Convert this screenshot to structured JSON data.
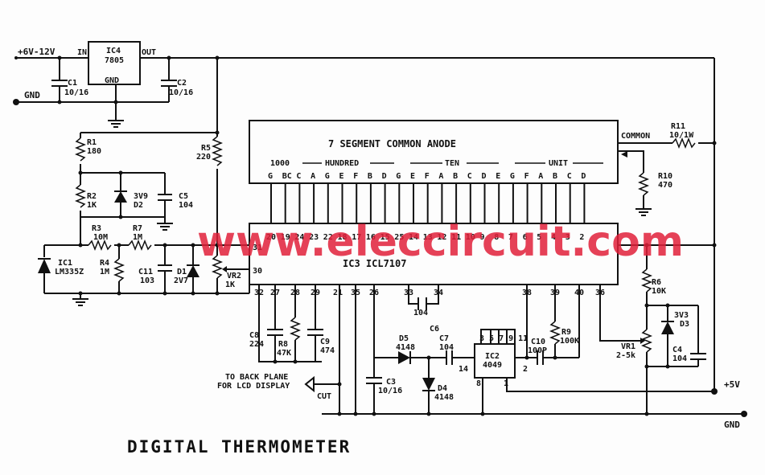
{
  "title": "DIGITAL THERMOMETER",
  "watermark": "www.eleccircuit.com",
  "supply": {
    "input": "+6V-12V",
    "gnd_left": "GND",
    "plus5": "+5V",
    "gnd_right": "GND"
  },
  "regulator": {
    "name": "IC4",
    "part": "7805",
    "in": "IN",
    "out": "OUT",
    "gnd": "GND"
  },
  "display": {
    "title": "7 SEGMENT   COMMON ANODE",
    "groups": [
      "1000",
      "HUNDRED",
      "TEN",
      "UNIT"
    ],
    "common": "COMMON",
    "segments": [
      "G",
      "BC",
      "C",
      "A",
      "G",
      "E",
      "F",
      "B",
      "D",
      "G",
      "E",
      "F",
      "A",
      "B",
      "C",
      "D",
      "E",
      "G",
      "F",
      "A",
      "B",
      "C",
      "D"
    ],
    "pins": [
      "20",
      "19",
      "24",
      "23",
      "22",
      "18",
      "17",
      "16",
      "15",
      "25",
      "14",
      "13",
      "12",
      "11",
      "10",
      "9",
      "8",
      "7",
      "6",
      "5",
      "4",
      "3",
      "2"
    ]
  },
  "ic3": {
    "name": "IC3 ICL7107",
    "pins_left": [
      "31",
      "30"
    ],
    "pins_bottom": [
      "32",
      "27",
      "28",
      "29",
      "21",
      "35",
      "26",
      "33",
      "34",
      "38",
      "39",
      "40",
      "36"
    ]
  },
  "ic2": {
    "name": "IC2",
    "part": "4049",
    "pins_top": "3 5 7 9 11",
    "pin_left": "14",
    "pin_right": "2",
    "pin_bottom": [
      "8",
      "1"
    ]
  },
  "ic1": {
    "name": "IC1",
    "part": "LM335Z"
  },
  "components": {
    "c1": [
      "C1",
      "10/16"
    ],
    "c2": [
      "C2",
      "10/16"
    ],
    "r1": [
      "R1",
      "180"
    ],
    "r2": [
      "R2",
      "1K"
    ],
    "d2": [
      "3V9",
      "D2"
    ],
    "c5": [
      "C5",
      "104"
    ],
    "r5": [
      "R5",
      "220"
    ],
    "r3": [
      "R3",
      "10M"
    ],
    "r7": [
      "R7",
      "1M"
    ],
    "r4": [
      "R4",
      "1M"
    ],
    "c11": [
      "C11",
      "103"
    ],
    "d1": [
      "D1",
      "2V7"
    ],
    "vr2": [
      "VR2",
      "1K"
    ],
    "c8": [
      "C8",
      "224"
    ],
    "r8": [
      "R8",
      "47K"
    ],
    "c9": [
      "C9",
      "474"
    ],
    "c6": [
      "104",
      "C6"
    ],
    "c3": [
      "C3",
      "10/16"
    ],
    "d5": [
      "D5",
      "4148"
    ],
    "d4": [
      "D4",
      "4148"
    ],
    "c7": [
      "C7",
      "104"
    ],
    "c10": [
      "C10",
      "100P"
    ],
    "r9": [
      "R9",
      "100K"
    ],
    "r11": [
      "R11",
      "10/1W"
    ],
    "r10": [
      "R10",
      "470"
    ],
    "r6": [
      "R6",
      "10K"
    ],
    "vr1": [
      "VR1",
      "2-5k"
    ],
    "d3": [
      "3V3",
      "D3"
    ],
    "c4": [
      "C4",
      "104"
    ]
  },
  "notes": {
    "backplane1": "TO BACK PLANE",
    "backplane2": "FOR LCD DISPLAY",
    "cut": "CUT"
  }
}
